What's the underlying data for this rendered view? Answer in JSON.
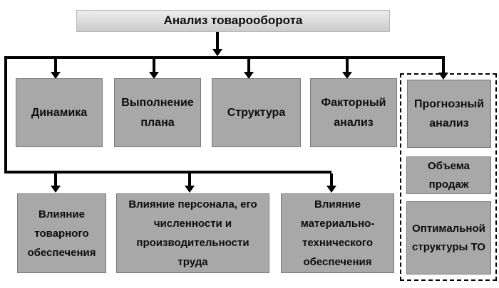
{
  "diagram": {
    "title": "Анализ товарооборота",
    "level1": {
      "dynamics": "Динамика",
      "plan_fulfillment": "Выполнение плана",
      "structure": "Структура",
      "factor_analysis": "Факторный анализ",
      "forecast_analysis": "Прогнозный анализ"
    },
    "level2": {
      "goods_supply": "Влияние товарного обеспечения",
      "personnel": "Влияние персонала, его численности и производительности труда",
      "material_technical": "Влияние материально-технического обеспечения"
    },
    "forecast_group": {
      "sales_volume": "Объема продаж",
      "optimal_structure": "Оптимальной структуры ТО"
    },
    "colors": {
      "background": "#ffffff",
      "node_fill": "#a8a8a8",
      "node_border": "#7a7a7a",
      "title_fill_top": "#ededed",
      "title_fill_bottom": "#cbcbcb",
      "title_border": "#b7b7b7",
      "connector": "#000000",
      "text": "#0d0d0d"
    }
  }
}
